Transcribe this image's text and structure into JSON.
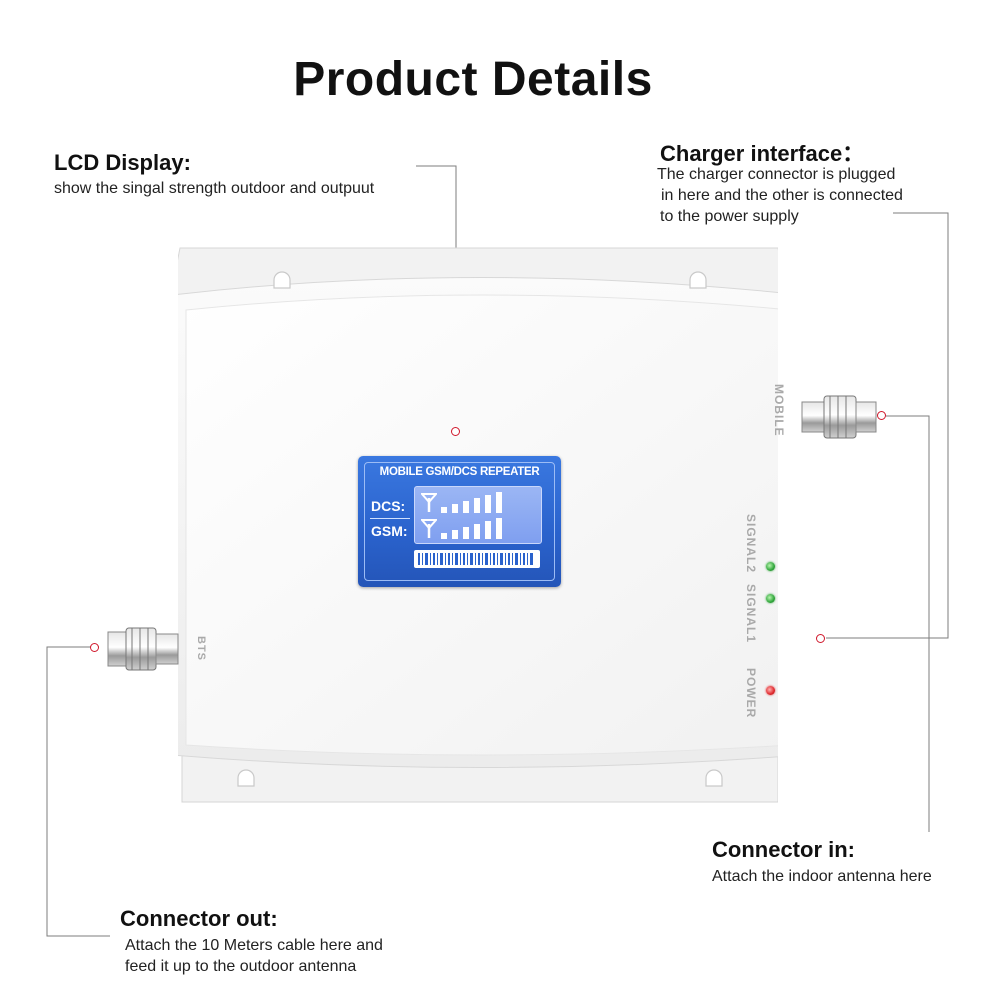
{
  "page_title": "Product Details",
  "callouts": {
    "lcd": {
      "heading": "LCD Display:",
      "desc": [
        "show the singal strength outdoor and outpuut"
      ]
    },
    "charger": {
      "heading": "Charger interface：",
      "desc": [
        "The charger connector is plugged",
        "in here and the other is connected",
        "to the power supply"
      ]
    },
    "connector_in": {
      "heading": "Connector in:",
      "desc": [
        "Attach the indoor antenna here"
      ]
    },
    "connector_out": {
      "heading": "Connector out:",
      "desc": [
        "Attach the 10 Meters cable here and",
        "feed it up to the outdoor antenna"
      ]
    }
  },
  "device": {
    "port_labels": {
      "mobile": "MOBILE",
      "bts": "BTS"
    },
    "indicator_labels": {
      "signal2": "SIGNAL2",
      "signal1": "SIGNAL1",
      "power": "POWER"
    },
    "lcd": {
      "title": "MOBILE GSM/DCS REPEATER",
      "row1": "DCS:",
      "row2": "GSM:"
    }
  },
  "colors": {
    "callout_dot": "#d0182c",
    "lcd_blue": "#2a62cc",
    "led_green": "#2fa63a",
    "led_red": "#e0282c"
  }
}
